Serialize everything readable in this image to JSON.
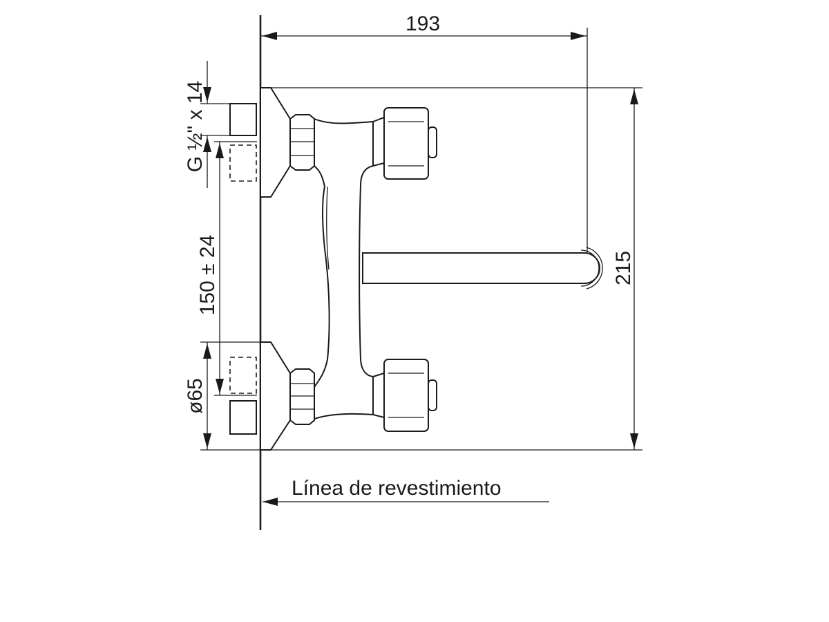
{
  "dimensions": {
    "width": "193",
    "height": "215",
    "thread": "G ½\" x 14",
    "spacing": "150 ± 24",
    "diameter": "ø65"
  },
  "labels": {
    "cladding_line": "Línea de revestimiento"
  }
}
